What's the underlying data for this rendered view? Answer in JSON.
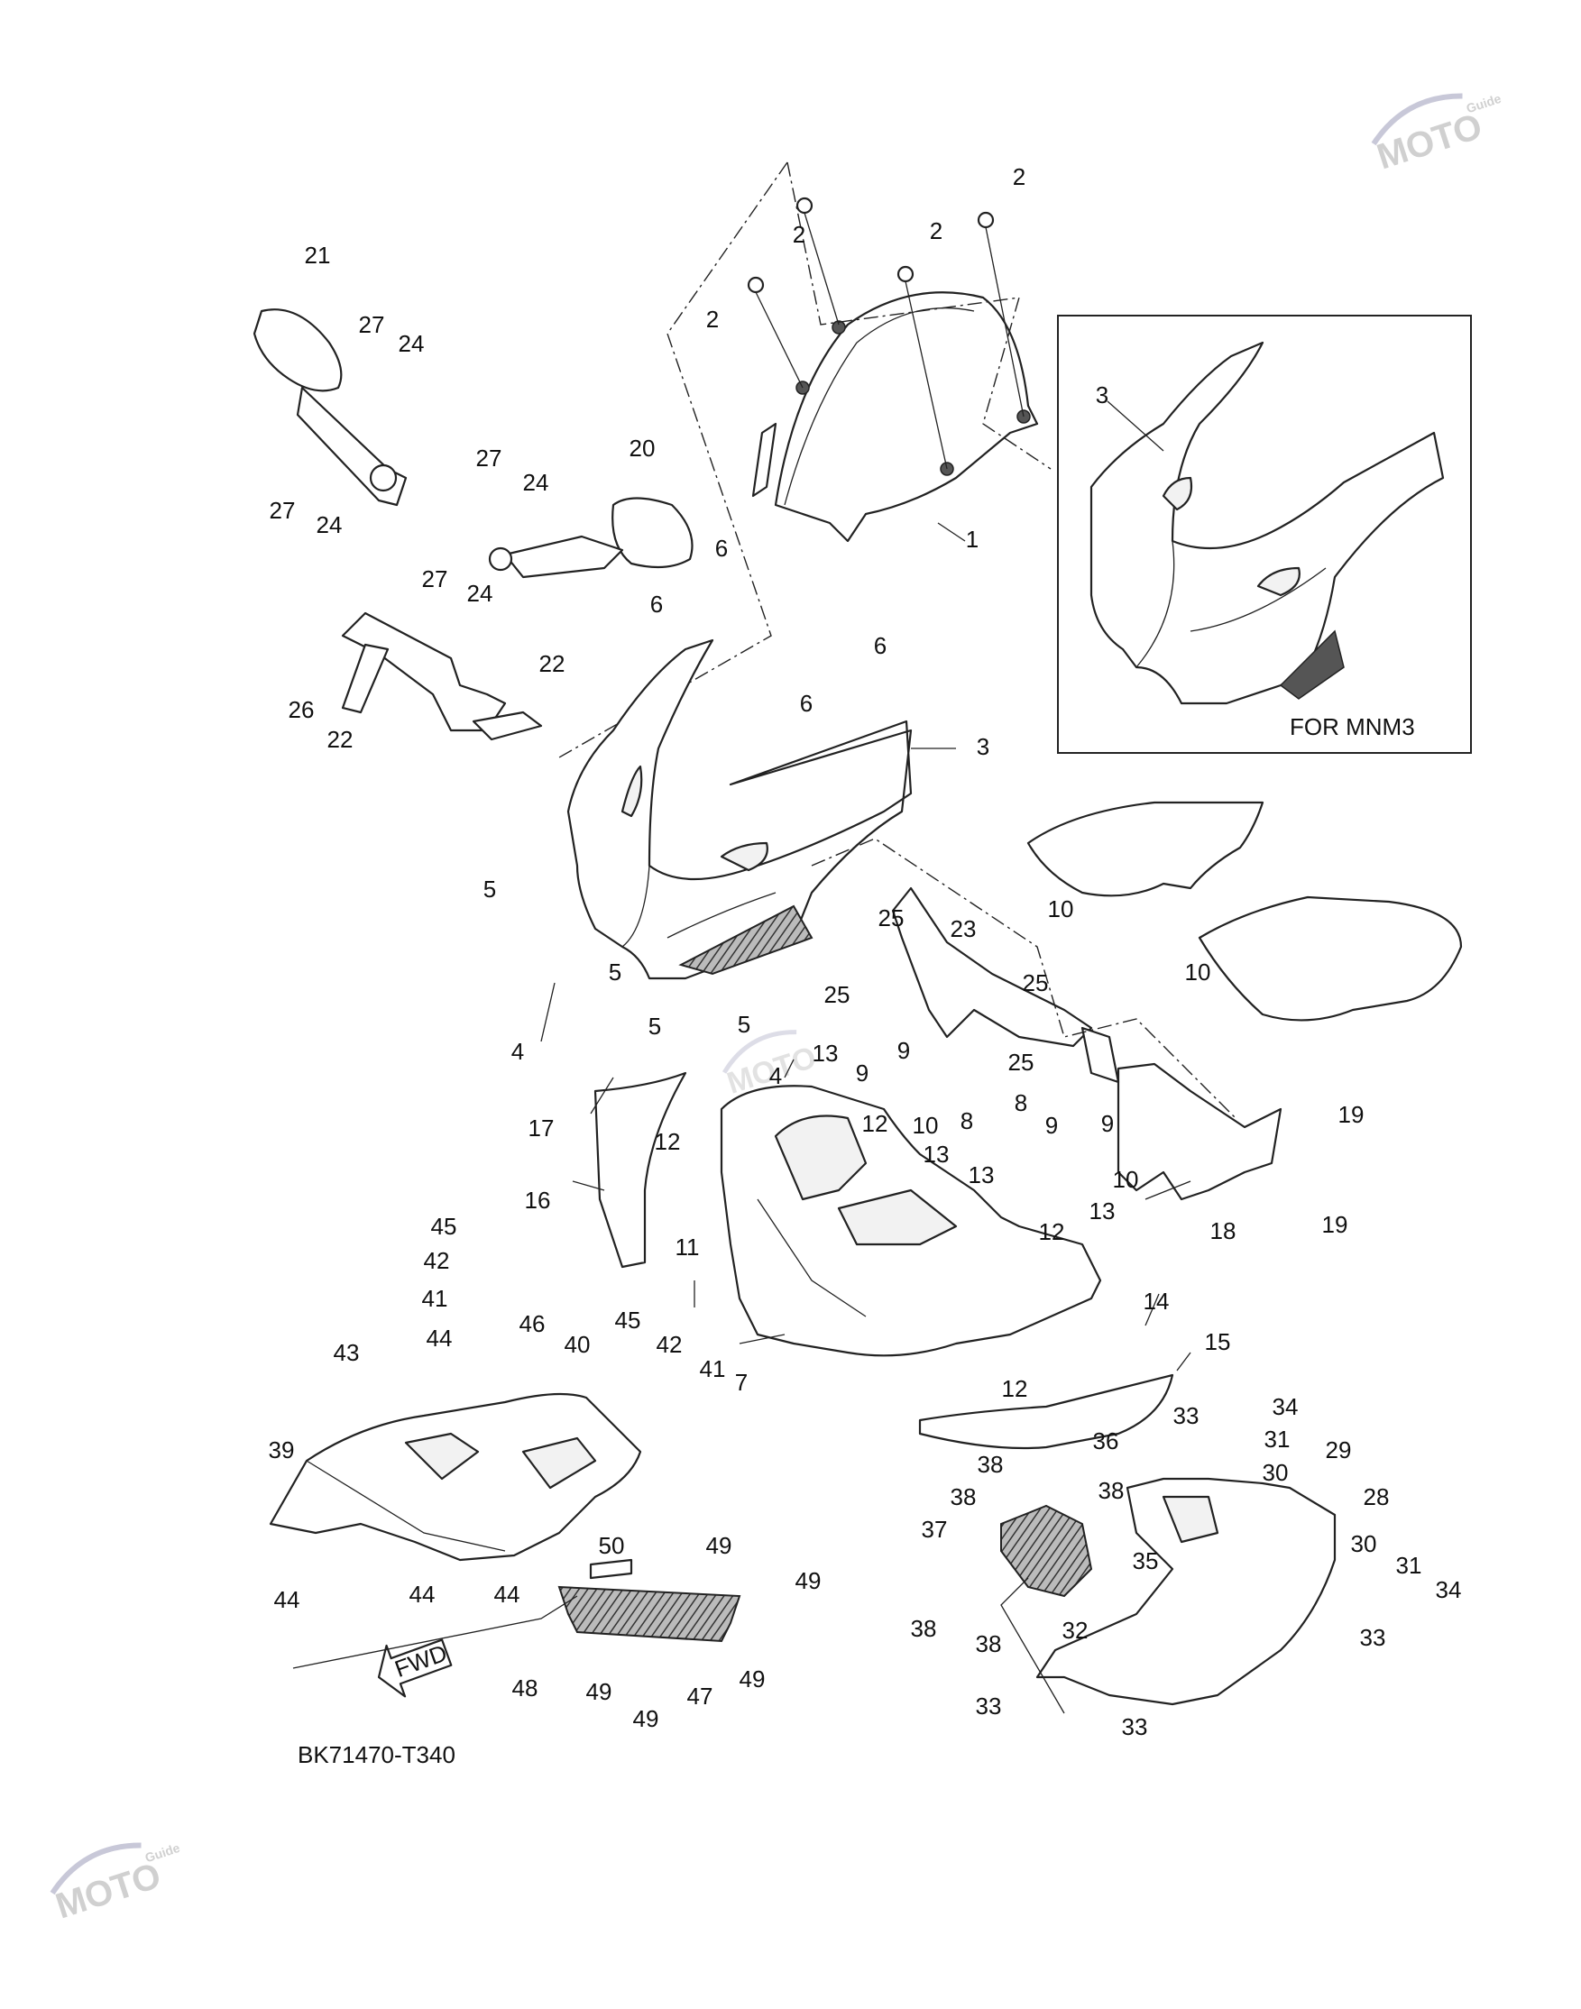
{
  "diagram": {
    "inset_caption": "FOR MNM3",
    "reference_code": "BK71470-T340",
    "fwd_label": "FWD",
    "watermark": {
      "letters": "MOTO",
      "sub": "Guide"
    },
    "callouts": [
      {
        "id": "c1",
        "text": "1"
      },
      {
        "id": "c2a",
        "text": "2"
      },
      {
        "id": "c2b",
        "text": "2"
      },
      {
        "id": "c2c",
        "text": "2"
      },
      {
        "id": "c2d",
        "text": "2"
      },
      {
        "id": "c3",
        "text": "3"
      },
      {
        "id": "c3i",
        "text": "3"
      },
      {
        "id": "c4a",
        "text": "4"
      },
      {
        "id": "c4b",
        "text": "4"
      },
      {
        "id": "c5a",
        "text": "5"
      },
      {
        "id": "c5b",
        "text": "5"
      },
      {
        "id": "c5c",
        "text": "5"
      },
      {
        "id": "c5d",
        "text": "5"
      },
      {
        "id": "c6a",
        "text": "6"
      },
      {
        "id": "c6b",
        "text": "6"
      },
      {
        "id": "c6c",
        "text": "6"
      },
      {
        "id": "c6d",
        "text": "6"
      },
      {
        "id": "c7",
        "text": "7"
      },
      {
        "id": "c8a",
        "text": "8"
      },
      {
        "id": "c8b",
        "text": "8"
      },
      {
        "id": "c9a",
        "text": "9"
      },
      {
        "id": "c9b",
        "text": "9"
      },
      {
        "id": "c9c",
        "text": "9"
      },
      {
        "id": "c9d",
        "text": "9"
      },
      {
        "id": "c10a",
        "text": "10"
      },
      {
        "id": "c10b",
        "text": "10"
      },
      {
        "id": "c10c",
        "text": "10"
      },
      {
        "id": "c10d",
        "text": "10"
      },
      {
        "id": "c11",
        "text": "11"
      },
      {
        "id": "c12a",
        "text": "12"
      },
      {
        "id": "c12b",
        "text": "12"
      },
      {
        "id": "c12c",
        "text": "12"
      },
      {
        "id": "c12d",
        "text": "12"
      },
      {
        "id": "c13a",
        "text": "13"
      },
      {
        "id": "c13b",
        "text": "13"
      },
      {
        "id": "c13c",
        "text": "13"
      },
      {
        "id": "c13d",
        "text": "13"
      },
      {
        "id": "c14",
        "text": "14"
      },
      {
        "id": "c15",
        "text": "15"
      },
      {
        "id": "c16",
        "text": "16"
      },
      {
        "id": "c17",
        "text": "17"
      },
      {
        "id": "c18",
        "text": "18"
      },
      {
        "id": "c19a",
        "text": "19"
      },
      {
        "id": "c19b",
        "text": "19"
      },
      {
        "id": "c20",
        "text": "20"
      },
      {
        "id": "c21",
        "text": "21"
      },
      {
        "id": "c22a",
        "text": "22"
      },
      {
        "id": "c22b",
        "text": "22"
      },
      {
        "id": "c23",
        "text": "23"
      },
      {
        "id": "c24a",
        "text": "24"
      },
      {
        "id": "c24b",
        "text": "24"
      },
      {
        "id": "c24c",
        "text": "24"
      },
      {
        "id": "c24d",
        "text": "24"
      },
      {
        "id": "c25a",
        "text": "25"
      },
      {
        "id": "c25b",
        "text": "25"
      },
      {
        "id": "c25c",
        "text": "25"
      },
      {
        "id": "c25d",
        "text": "25"
      },
      {
        "id": "c26",
        "text": "26"
      },
      {
        "id": "c27a",
        "text": "27"
      },
      {
        "id": "c27b",
        "text": "27"
      },
      {
        "id": "c27c",
        "text": "27"
      },
      {
        "id": "c27d",
        "text": "27"
      },
      {
        "id": "c28",
        "text": "28"
      },
      {
        "id": "c29",
        "text": "29"
      },
      {
        "id": "c30a",
        "text": "30"
      },
      {
        "id": "c30b",
        "text": "30"
      },
      {
        "id": "c31a",
        "text": "31"
      },
      {
        "id": "c31b",
        "text": "31"
      },
      {
        "id": "c32",
        "text": "32"
      },
      {
        "id": "c33a",
        "text": "33"
      },
      {
        "id": "c33b",
        "text": "33"
      },
      {
        "id": "c33c",
        "text": "33"
      },
      {
        "id": "c33d",
        "text": "33"
      },
      {
        "id": "c34a",
        "text": "34"
      },
      {
        "id": "c34b",
        "text": "34"
      },
      {
        "id": "c35",
        "text": "35"
      },
      {
        "id": "c36",
        "text": "36"
      },
      {
        "id": "c37",
        "text": "37"
      },
      {
        "id": "c38a",
        "text": "38"
      },
      {
        "id": "c38b",
        "text": "38"
      },
      {
        "id": "c38c",
        "text": "38"
      },
      {
        "id": "c38d",
        "text": "38"
      },
      {
        "id": "c38e",
        "text": "38"
      },
      {
        "id": "c39",
        "text": "39"
      },
      {
        "id": "c40",
        "text": "40"
      },
      {
        "id": "c41a",
        "text": "41"
      },
      {
        "id": "c41b",
        "text": "41"
      },
      {
        "id": "c42a",
        "text": "42"
      },
      {
        "id": "c42b",
        "text": "42"
      },
      {
        "id": "c43",
        "text": "43"
      },
      {
        "id": "c44a",
        "text": "44"
      },
      {
        "id": "c44b",
        "text": "44"
      },
      {
        "id": "c44c",
        "text": "44"
      },
      {
        "id": "c44d",
        "text": "44"
      },
      {
        "id": "c45a",
        "text": "45"
      },
      {
        "id": "c45b",
        "text": "45"
      },
      {
        "id": "c46",
        "text": "46"
      },
      {
        "id": "c47",
        "text": "47"
      },
      {
        "id": "c48",
        "text": "48"
      },
      {
        "id": "c49a",
        "text": "49"
      },
      {
        "id": "c49b",
        "text": "49"
      },
      {
        "id": "c49c",
        "text": "49"
      },
      {
        "id": "c49d",
        "text": "49"
      },
      {
        "id": "c49e",
        "text": "49"
      },
      {
        "id": "c50",
        "text": "50"
      }
    ]
  }
}
